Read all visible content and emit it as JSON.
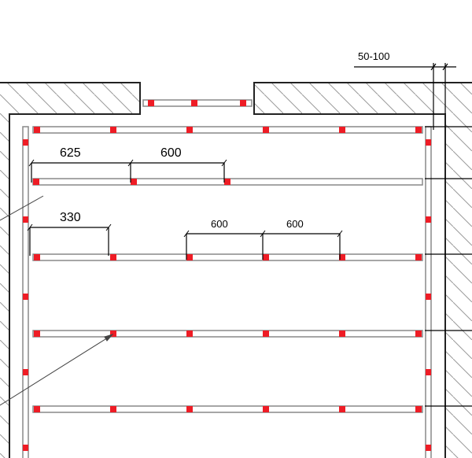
{
  "dimensions": {
    "first_offset": "625",
    "first_spacing": "600",
    "second_offset": "330",
    "spacing_a": "600",
    "spacing_b": "600",
    "gap": "50-100"
  },
  "colors": {
    "anchor": "#ee1c25",
    "rail": "#888888",
    "wall": "#222222",
    "hatch": "#9a9a9a"
  }
}
